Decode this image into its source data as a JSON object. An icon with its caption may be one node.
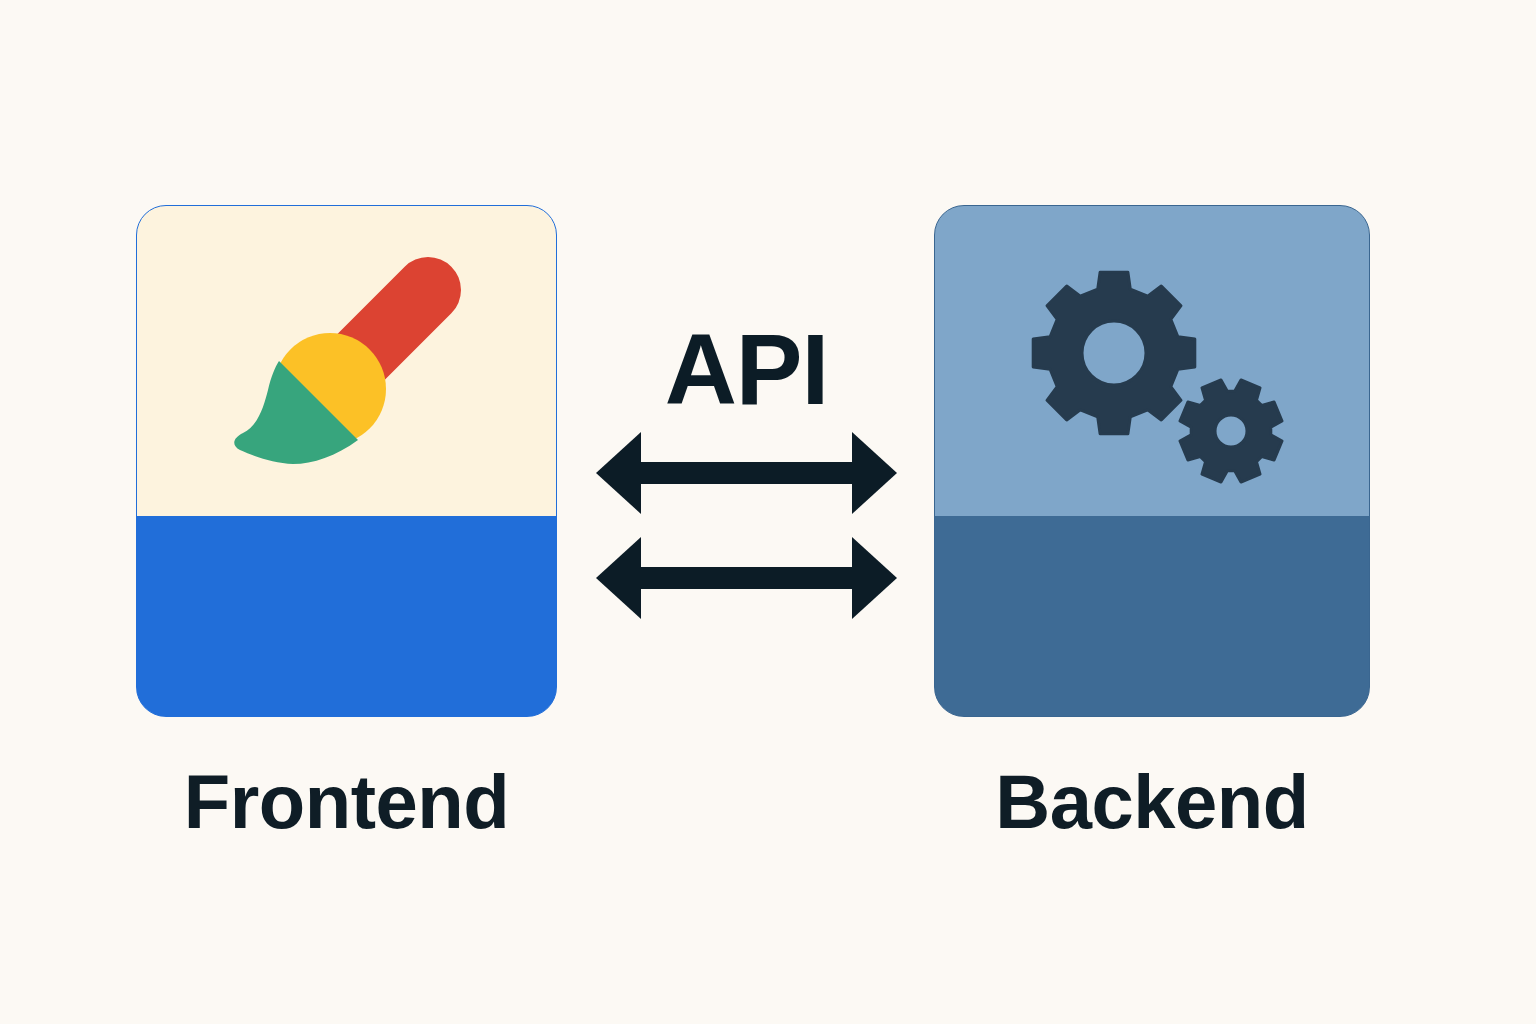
{
  "diagram": {
    "nodes": [
      {
        "text": [
          "Frontend"
        ]
      },
      {
        "text": [
          "Backend"
        ]
      }
    ],
    "edges": [
      {
        "from": 0,
        "to": 1,
        "arrow": "both",
        "label": "API"
      },
      {
        "from": 0,
        "to": 1,
        "arrow": "both"
      }
    ]
  }
}
